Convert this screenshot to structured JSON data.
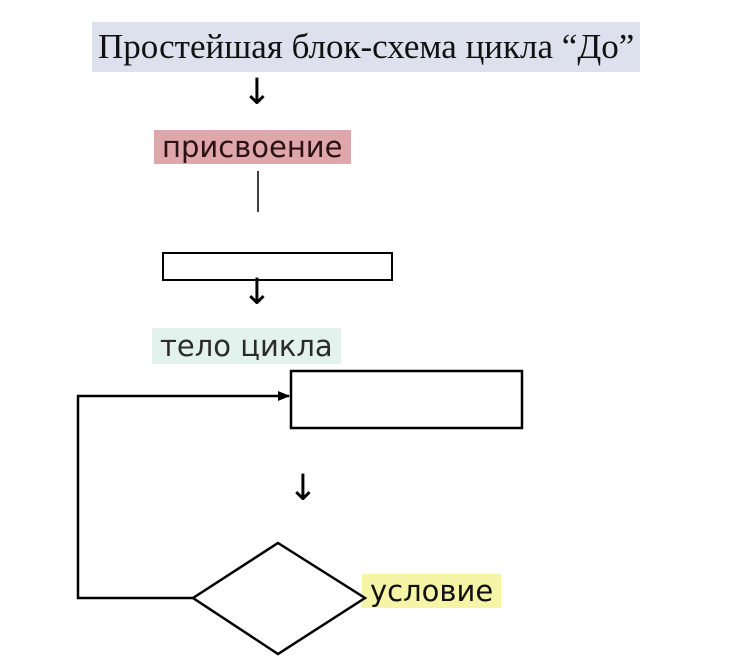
{
  "title": "Простейшая блок-схема цикла “До”",
  "labels": {
    "assignment": "присвоение",
    "loop_body": "тело цикла",
    "condition": "условие"
  },
  "arrow_glyph": "↓",
  "colors": {
    "title_bg": "#dde1ee",
    "assignment_bg": "#dfa6ab",
    "loop_body_bg": "#e3f2ed",
    "condition_bg": "#f6f4a6",
    "stroke": "#000000"
  }
}
